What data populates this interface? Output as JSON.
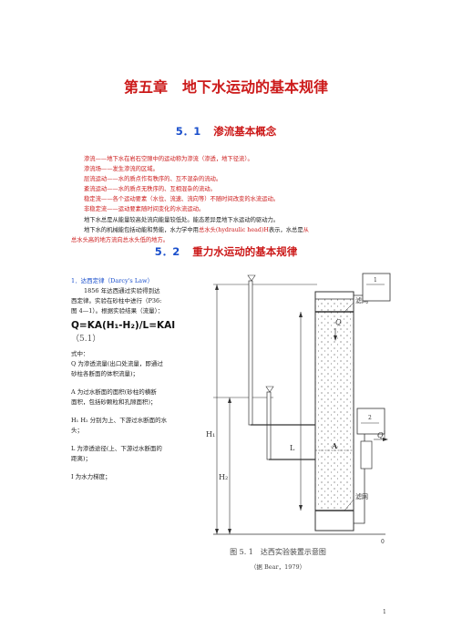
{
  "chapter_title": "第五章　地下水运动的基本规律",
  "section1": {
    "num": "5．1",
    "title": "渗流基本概念"
  },
  "definitions": [
    "渗流——地下水在岩石空隙中的运动称为渗流（渗透，地下径流）。",
    "渗流场——发生渗流的区域。",
    "层流运动——水的质点作有秩序的、互不混杂的流动。",
    "紊流运动——水的质点无秩序的、互相混杂的流动。",
    "稳定流——各个运动要素（水位、流速、流向等）不随时间改变的水流运动。",
    "非稳定流——运动要素随时间变化的水流运动。"
  ],
  "para1": "地下水总是从能量较高处流向能量较低处。能态差异是地下水运动的驱动力。",
  "para2": {
    "prefix": "地下水的机械能包括动能和势能，水力学中用",
    "highlight": "总水头(hydraulic head)H",
    "mid": "表示，水总是",
    "tail1": "从",
    "tail2": "总水头高的地方流向总水头低的地方。"
  },
  "section2": {
    "num": "5．2",
    "title": "重力水运动的基本规律"
  },
  "darcy": {
    "heading": "1．达西定律（Darcy's Law）",
    "intro_lines": [
      "1856 年达西通过实验得到达",
      "西定律。实验在砂柱中进行（P36:",
      "图 4—1）。根据实验结果（流量）："
    ],
    "formula": "Q=KA(H₁-H₂)/L=KAI",
    "eq_number": "（5.1）",
    "where": "式中：",
    "vars": [
      [
        "Q 为渗透流量(出口处流量，即通过",
        "砂柱各断面的体积流量)；"
      ],
      [
        "A 为过水断面的面积(砂柱的横断",
        "面积，包括砂颗粒和孔隙面积)；"
      ],
      [
        "H₁ H₂ 分别为上、下游过水断面的水",
        "头；"
      ],
      [
        "L 为渗透途径(上、下游过水断面的",
        "距离)；"
      ],
      [
        "I 为水力梯度；"
      ]
    ]
  },
  "figure": {
    "caption": "图 5. 1　达西实验装置示意图",
    "source": "（据 Bear，1979）",
    "labels": {
      "filter_top": "滤网",
      "filter_bottom": "滤网",
      "flow_in": "Q",
      "flow_out": "Q",
      "h1": "H₁",
      "h2": "H₂",
      "length": "L",
      "area": "A",
      "datum": "0",
      "tap1": "1",
      "tap2": "2"
    }
  },
  "page_number": "1"
}
